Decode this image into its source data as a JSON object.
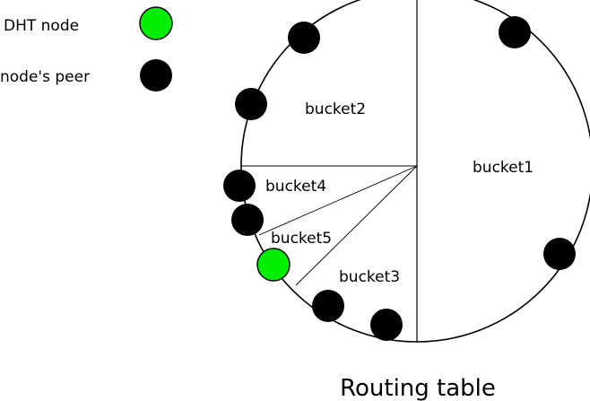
{
  "legend": {
    "dht_node_label": "DHT node",
    "peer_label": "node's peer"
  },
  "buckets": {
    "bucket1": "bucket1",
    "bucket2": "bucket2",
    "bucket3": "bucket3",
    "bucket4": "bucket4",
    "bucket5": "bucket5"
  },
  "caption": "Routing table",
  "colors": {
    "dht_node": "#00ee00",
    "peer": "#000000",
    "outline": "#000000"
  }
}
